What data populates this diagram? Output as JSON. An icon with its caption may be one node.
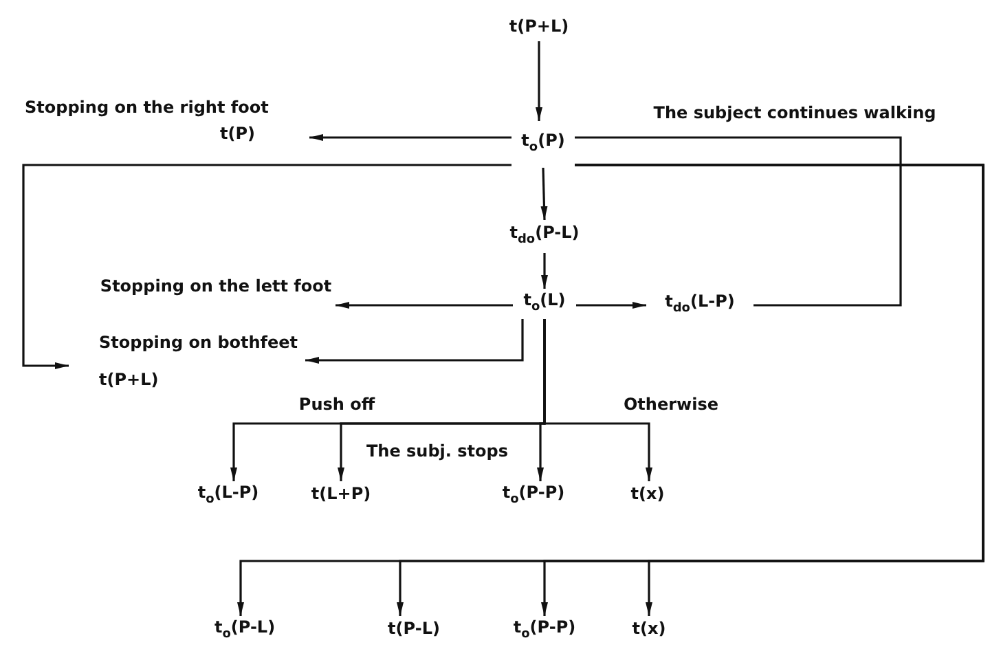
{
  "diagram": {
    "nodes": [
      {
        "text": [
          "t(P+L)"
        ]
      },
      {
        "text": [
          "t$_{o}$(P)"
        ]
      },
      {
        "text": [
          "Stopping on the right foot",
          "t(P)"
        ]
      },
      {
        "text": [
          "t$_{do}$(P-L)"
        ]
      },
      {
        "text": [
          "t$_{o}$(L)"
        ]
      },
      {
        "text": [
          "Stopping on the lett foot"
        ]
      },
      {
        "text": [
          "t$_{do}$(L-P)"
        ]
      },
      {
        "text": [
          "Stopping on bothfeet",
          "t(P+L)"
        ]
      },
      {
        "text": [
          "t$_{o}$(L-P)"
        ]
      },
      {
        "text": [
          "t(L+P)"
        ]
      },
      {
        "text": [
          "t$_{o}$(P-P)"
        ]
      },
      {
        "text": [
          "t(x)"
        ]
      },
      {
        "text": [
          "t$_{o}$(P-L)"
        ]
      },
      {
        "text": [
          "t(P-L)"
        ]
      },
      {
        "text": [
          "t$_{o}$(P-P)"
        ]
      },
      {
        "text": [
          "t(x)"
        ]
      }
    ],
    "edges": [
      {
        "from": 0,
        "to": 1,
        "arrow": "to"
      },
      {
        "from": 1,
        "to": 2,
        "arrow": "to"
      },
      {
        "from": 1,
        "to": 7,
        "arrow": "to"
      },
      {
        "from": 1,
        "to": 6,
        "arrow": "none",
        "label": "The subject continues walking"
      },
      {
        "from": 1,
        "to": 3,
        "arrow": "to"
      },
      {
        "from": 1,
        "to": 12,
        "arrow": "to"
      },
      {
        "from": 1,
        "to": 13,
        "arrow": "to"
      },
      {
        "from": 1,
        "to": 14,
        "arrow": "to"
      },
      {
        "from": 1,
        "to": 15,
        "arrow": "to"
      },
      {
        "from": 3,
        "to": 4,
        "arrow": "to"
      },
      {
        "from": 4,
        "to": 5,
        "arrow": "to"
      },
      {
        "from": 4,
        "to": 6,
        "arrow": "to"
      },
      {
        "from": 4,
        "to": 7,
        "arrow": "to"
      },
      {
        "from": 4,
        "to": 8,
        "arrow": "to",
        "label": "Push off"
      },
      {
        "from": 4,
        "to": 9,
        "arrow": "to",
        "label": "The subj. stops"
      },
      {
        "from": 4,
        "to": 10,
        "arrow": "to"
      },
      {
        "from": 4,
        "to": 11,
        "arrow": "to",
        "label": "Otherwise"
      }
    ]
  }
}
